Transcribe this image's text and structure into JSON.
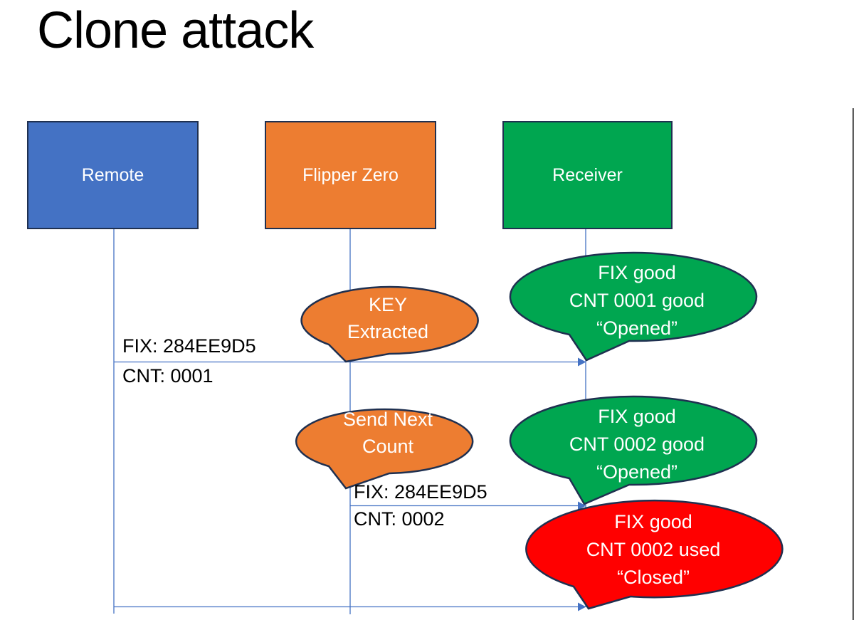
{
  "title": "Clone attack",
  "colors": {
    "remote_blue": "#4472C4",
    "flipper_orange": "#ED7D31",
    "receiver_green": "#00A650",
    "alert_red": "#FF0000",
    "shape_border_navy": "#1F3050",
    "connector_blue": "#4472C4",
    "shape_text": "#FFFFFF",
    "label_text": "#000000"
  },
  "actors": [
    {
      "label": "Remote",
      "color": "#4472C4"
    },
    {
      "label": "Flipper Zero",
      "color": "#ED7D31"
    },
    {
      "label": "Receiver",
      "color": "#00A650"
    }
  ],
  "messages": [
    {
      "fix_label": "FIX: 284EE9D5",
      "cnt_label": "CNT: 0001"
    },
    {
      "fix_label": "FIX: 284EE9D5",
      "cnt_label": "CNT: 0002"
    },
    {
      "fix_label": "",
      "cnt_label": ""
    }
  ],
  "callouts": [
    {
      "color": "#ED7D31",
      "lines": [
        "KEY",
        "Extracted"
      ]
    },
    {
      "color": "#00A650",
      "lines": [
        "FIX good",
        "CNT 0001 good",
        "“Opened”"
      ]
    },
    {
      "color": "#ED7D31",
      "lines": [
        "Send Next",
        "Count"
      ]
    },
    {
      "color": "#00A650",
      "lines": [
        "FIX good",
        "CNT 0002 good",
        "“Opened”"
      ]
    },
    {
      "color": "#FF0000",
      "lines": [
        "FIX good",
        "CNT 0002 used",
        "“Closed”"
      ]
    }
  ]
}
